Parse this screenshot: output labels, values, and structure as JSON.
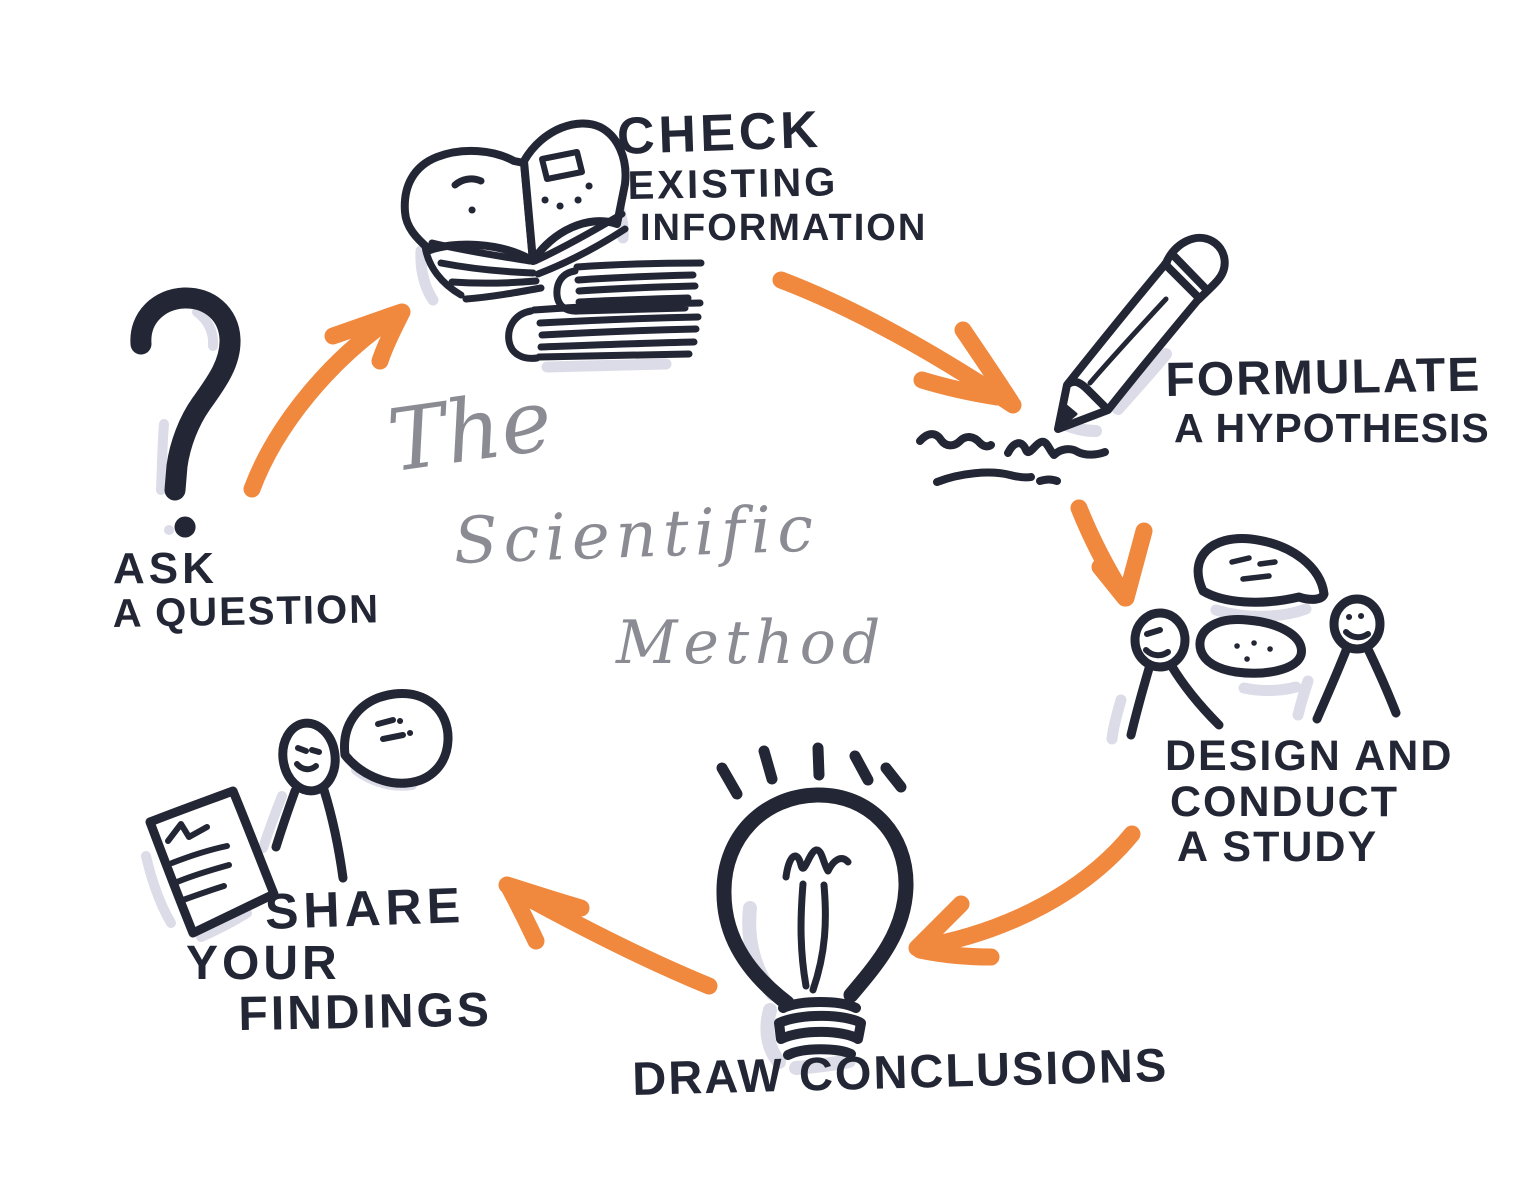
{
  "title": {
    "line1": "The",
    "line2": "Scientific",
    "line3": "Method"
  },
  "steps": [
    {
      "name": "ask-a-question",
      "icon": "question-mark-icon",
      "lines": [
        "ASK",
        "A QUESTION"
      ]
    },
    {
      "name": "check-existing-information",
      "icon": "books-icon",
      "lines": [
        "CHECK",
        "EXISTING",
        "INFORMATION"
      ]
    },
    {
      "name": "formulate-a-hypothesis",
      "icon": "pencil-icon",
      "lines": [
        "FORMULATE",
        "A HYPOTHESIS"
      ]
    },
    {
      "name": "design-and-conduct-a-study",
      "icon": "people-discussion-icon",
      "lines": [
        "DESIGN AND",
        "CONDUCT",
        "A STUDY"
      ]
    },
    {
      "name": "draw-conclusions",
      "icon": "lightbulb-icon",
      "lines": [
        "DRAW CONCLUSIONS"
      ]
    },
    {
      "name": "share-your-findings",
      "icon": "person-presenting-icon",
      "lines": [
        "SHARE",
        "YOUR",
        "FINDINGS"
      ]
    }
  ],
  "arrows": [
    {
      "from": "ask-a-question",
      "to": "check-existing-information"
    },
    {
      "from": "check-existing-information",
      "to": "formulate-a-hypothesis"
    },
    {
      "from": "formulate-a-hypothesis",
      "to": "design-and-conduct-a-study"
    },
    {
      "from": "design-and-conduct-a-study",
      "to": "draw-conclusions"
    },
    {
      "from": "draw-conclusions",
      "to": "share-your-findings"
    }
  ],
  "colors": {
    "ink": "#232634",
    "accent_orange": "#F0883E",
    "title_gray": "#8B8B93",
    "shadow_gray": "#DCDCE8",
    "background": "#FFFFFF"
  }
}
